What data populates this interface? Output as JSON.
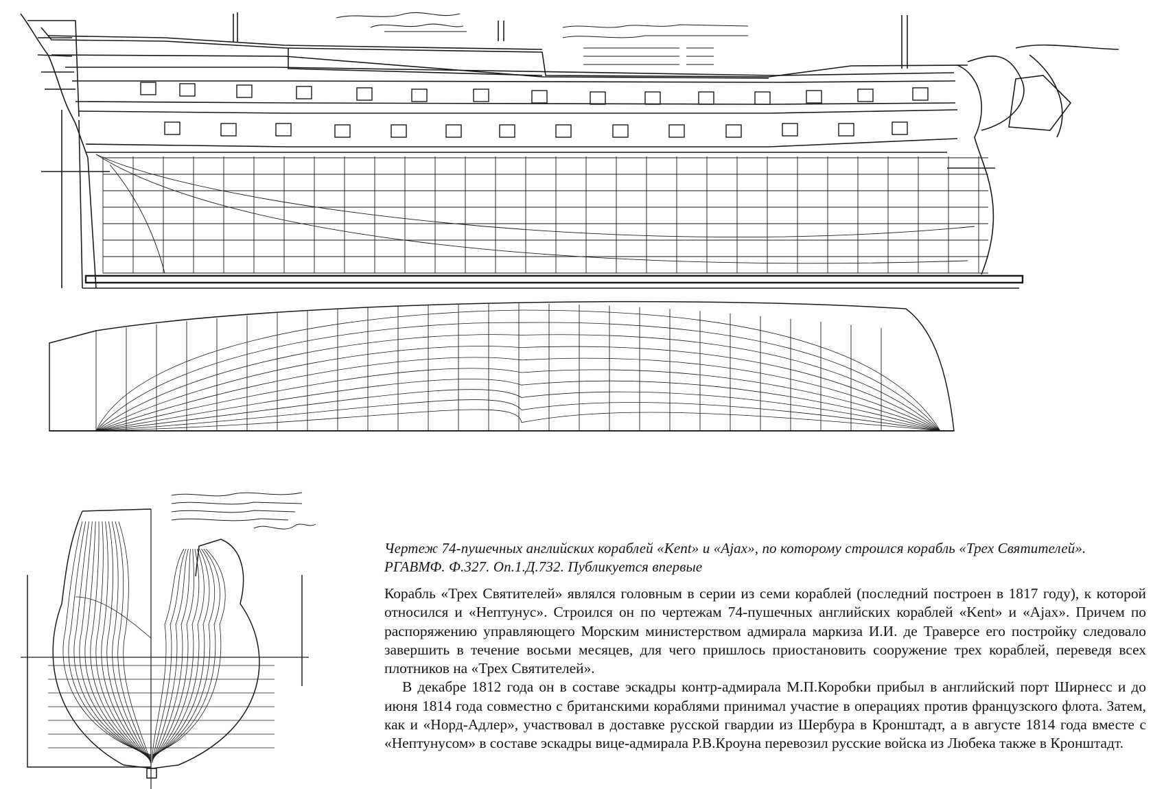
{
  "caption": {
    "title": "Чертеж 74-пушечных английских кораблей «Kent» и «Ajax», по которому строился корабль «Трех Святителей». РГАВМФ. Ф.327. Оп.1.Д.732. Публикуется впервые",
    "paragraphs": [
      "Корабль «Трех Святителей» являлся головным в серии из семи кораблей (последний построен в 1817 году), к которой относился и «Нептунус». Строился он по чертежам 74-пушечных английских кораблей «Kent» и «Ajax». Причем по распоряжению управляющего Морским министерством адмирала маркиза И.И. де Траверсе его постройку следовало завершить в течение восьми месяцев, для чего пришлось приостановить сооружение трех кораблей, переведя всех плотников на «Трех Святителей».",
      "В декабре 1812 года он в составе эскадры контр-адмирала М.П.Коробки прибыл в английский порт Ширнесс и до июня 1814 года совместно с британскими кораблями принимал участие в операциях против французского флота. Затем, как и «Норд-Адлер», участвовал в доставке русской гвардии из Шербура в Кронштадт, а в августе 1814 года вместе с «Нептунусом» в составе эскадры вице-адмирала Р.В.Кроуна перевозил русские войска из Любека также в Кронштадт."
    ]
  },
  "colors": {
    "ink": "#1a1a1a",
    "paper": "#ffffff"
  }
}
